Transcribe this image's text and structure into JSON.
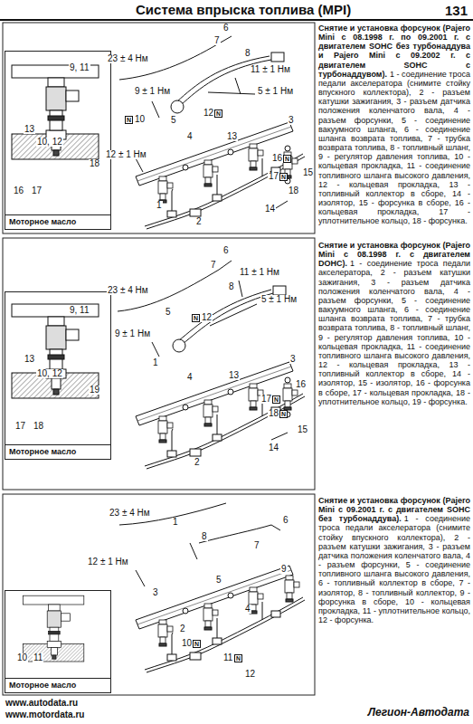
{
  "diagram": {
    "title": "Система впрыска топлива (MPI)",
    "nodes": [
      {
        "text": [
          "Моторное масло"
        ]
      },
      {
        "text": [
          "Моторное масло"
        ]
      },
      {
        "text": [
          "Моторное масло"
        ]
      }
    ],
    "labels": [
      "131",
      "23 ± 4 Нм",
      "6",
      "7",
      "8",
      "11 ± 1 Нм",
      "5 ± 1 Нм",
      "9 ± 1 Нм",
      "5",
      "N",
      "10",
      "4",
      "12 ± 1 Нм",
      "12",
      "N",
      "13",
      "3",
      "16",
      "N",
      "15",
      "17",
      "N",
      "18",
      "14",
      "2",
      "1",
      "9, 11",
      "13",
      "10, 12",
      "18",
      "16",
      "17",
      "Снятие и установка форсунок (Pajero Mini с 08.1998 г. по 09.2001 г. с двигателем SOHC без турбонаддува и Pajero Mini с 09.2002 г. с двигателем SOHC с турбонаддувом).",
      "1 - соединение троса педали акселератора (снимите стойку впускного коллектора), 2 - разъем катушки зажигания, 3 - разъем датчика положения коленчатого вала, 4 - разъем форсунки, 5 - соединение вакуумного шланга, 6 - соединение шланга возврата топлива, 7 - трубка возврата топлива, 8 - топливный шланг, 9 - регулятор давления топлива, 10 - кольцевая прокладка, 11 - соединение топливного шланга высокого давления, 12 - кольцевая прокладка, 13 - топливный коллектор в сборе, 14 - изолятор, 15 - форсунка в сборе, 16 - кольцевая прокладка, 17 - уплотнительное кольцо, 18 - форсунка.",
      "23 ± 4 Нм",
      "6",
      "11 ± 1 Нм",
      "5 ± 1 Нм",
      "9 ± 1 Нм",
      "5",
      "N",
      "12",
      "8",
      "7",
      "1",
      "13",
      "4",
      "3",
      "16",
      "17",
      "N",
      "18",
      "N",
      "15",
      "14",
      "2",
      "9, 11",
      "13",
      "10, 12",
      "19",
      "17",
      "18",
      "Снятие и установка форсунок (Pajero Mini с 08.1998 г. с двигателем DOHC).",
      "1 - соединение троса педали акселератора, 2 - разъем катушки зажигания, 3 - разъем датчика положения коленчатого вала, 4 - разъем форсунки, 5 - соединение вакуумного шланга, 6 - соединение шланга возврата топлива, 7 - трубка возврата топлива, 8 - топливный шланг, 9 - регулятор давления топлива, 10 - кольцевая прокладка, 11 - соединение топливного шланга высокого давления, 12 - кольцевая прокладка, 13 - топливный коллектор в сборе, 14 - изолятор, 15 - изолятор, 16 - форсунка в сборе, 17 - кольцевая прокладка, 18 - уплотнительное кольцо, 19 - форсунка.",
      "23 ± 4 Нм",
      "6",
      "1",
      "8",
      "7",
      "12 ± 1 Нм",
      "9",
      "5",
      "3",
      "4",
      "2",
      "10",
      "N",
      "11",
      "N",
      "12",
      "10",
      "11",
      "Снятие и установка форсунок (Pajero Mini с 09.2001 г. с двигателем SOHC без турбонаддува).",
      "1 - соединение троса педали акселератора (снимите стойку впускного коллектора), 2 - разъем катушки зажигания, 3 - разъем датчика положения коленчатого вала, 4 - разъем форсунки, 5 - соединение топливного шланга высокого давления, 6 - топливный коллектор в сборе, 7 - изолятор, 8 - топливный коллектор, 9 - форсунка в сборе, 10 - кольцевая прокладка, 11 - уплотнительное кольцо, 12 - форсунка.",
      "www.autodata.ru",
      "www.motordata.ru",
      "Легион-Автодата"
    ]
  }
}
